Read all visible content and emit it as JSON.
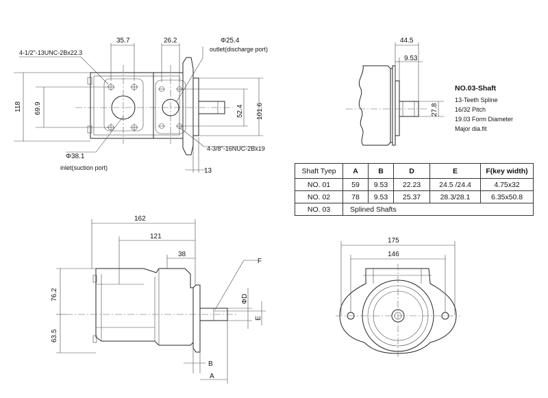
{
  "top_view": {
    "dim_35_7": "35.7",
    "dim_26_2": "26.2",
    "dim_phi_25_4": "Φ25.4",
    "outlet_label": "outlet(discharge port)",
    "thread_inlet_label": "4-1/2\"-13UNC-2Bx22.3",
    "dim_118": "118",
    "dim_69_9": "69.9",
    "dim_52_4": "52.4",
    "dim_101_6": "101.6",
    "thread_outlet_label": "4-3/8\"-16NUC-2Bx19",
    "dim_phi_38_1": "Φ38.1",
    "inlet_label": "inlet(suction port)",
    "dim_13": "13"
  },
  "shaft_view": {
    "dim_44_5": "44.5",
    "dim_9_53": "9.53",
    "dim_27_8": "27.8",
    "title": "NO.03-Shaft",
    "notes": [
      "13-Teeth Spline",
      "16/32 Pitch",
      "19.03 Form Diameter",
      "Major dia.fit"
    ]
  },
  "table": {
    "headers": [
      "Shaft Tyep",
      "A",
      "B",
      "D",
      "E",
      "F(key width)"
    ],
    "rows": [
      [
        "NO. 01",
        "59",
        "9.53",
        "22.23",
        "24.5 /24.4",
        "4.75x32"
      ],
      [
        "NO. 02",
        "78",
        "9.53",
        "25.37",
        "28.3/28.1",
        "6.35x50.8"
      ]
    ],
    "row3_type": "NO. 03",
    "row3_note": "Splined Shafts"
  },
  "side_view": {
    "dim_162": "162",
    "dim_121": "121",
    "dim_38": "38",
    "label_F": "F",
    "label_phiD": "ΦD",
    "label_E": "E",
    "dim_76_2": "76.2",
    "dim_63_5": "63.5",
    "label_B": "B",
    "label_A": "A"
  },
  "front_view": {
    "dim_175": "175",
    "dim_146": "146"
  }
}
